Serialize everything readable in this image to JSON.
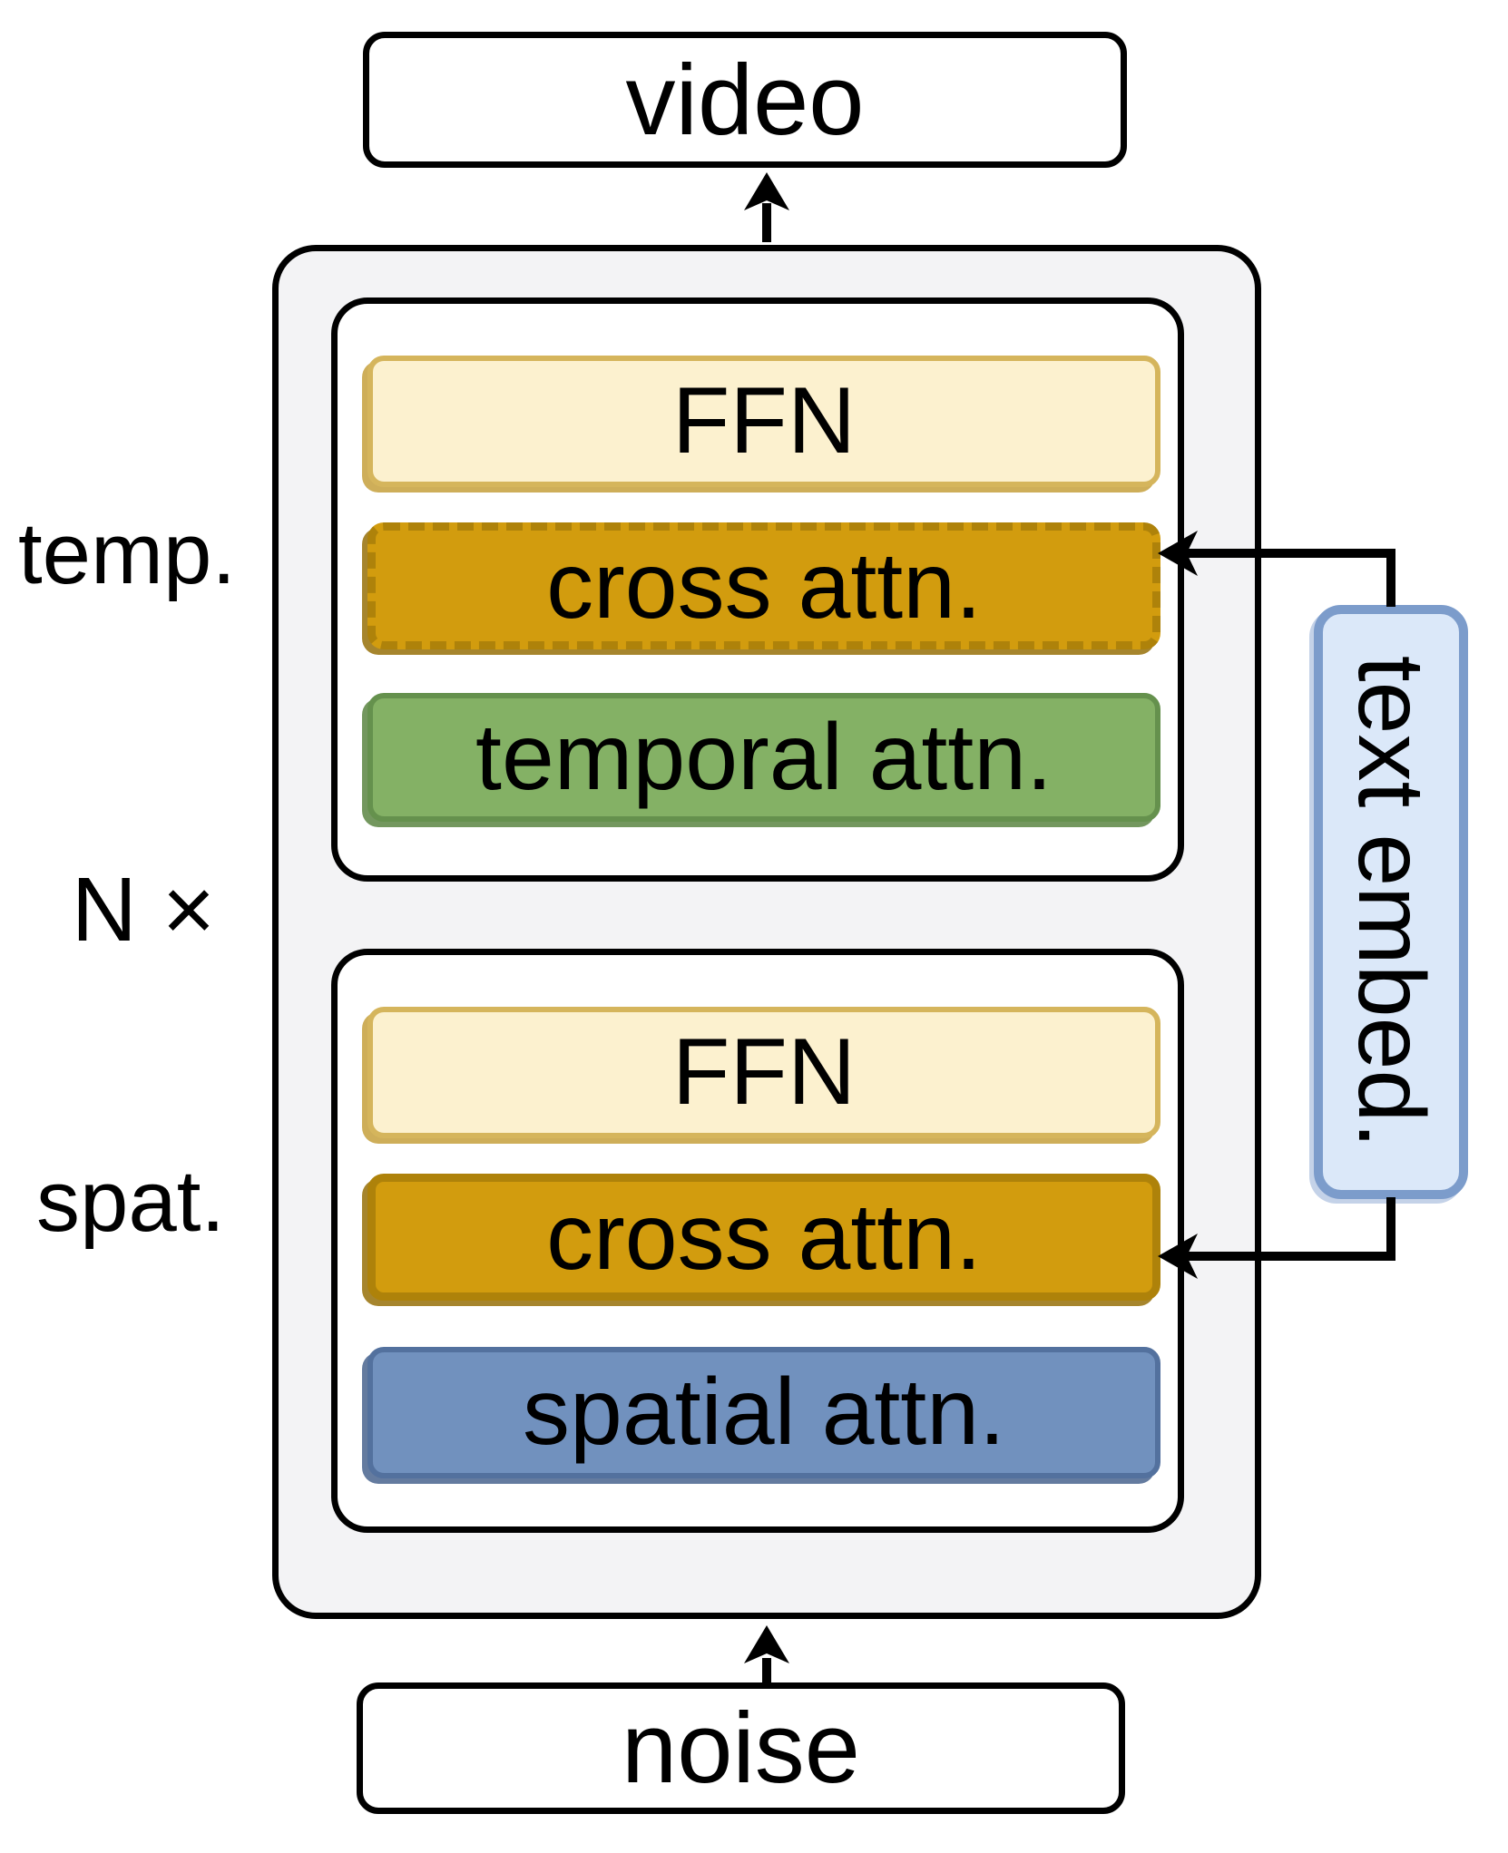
{
  "diagram": {
    "output_label": "video",
    "input_label": "noise",
    "repeat_label": "N ×",
    "text_embed_label": "text embed.",
    "blocks": [
      {
        "side_label": "temp.",
        "layers": [
          {
            "label": "FFN"
          },
          {
            "label": "cross attn."
          },
          {
            "label": "temporal attn."
          }
        ]
      },
      {
        "side_label": "spat.",
        "layers": [
          {
            "label": "FFN"
          },
          {
            "label": "cross attn."
          },
          {
            "label": "spatial attn."
          }
        ]
      }
    ],
    "colors": {
      "ffn_fill": "#FCF1CF",
      "ffn_border": "#D5B55C",
      "cross_attn_fill": "#D29C0E",
      "cross_attn_border": "#AE820A",
      "temporal_attn_fill": "#84B165",
      "temporal_attn_border": "#65914D",
      "spatial_attn_fill": "#7191BE",
      "spatial_attn_border": "#53719E",
      "text_embed_fill": "#DBE8F9",
      "text_embed_border": "#7C9CCB",
      "container_fill": "#F3F3F5",
      "line_color": "#000000"
    }
  }
}
